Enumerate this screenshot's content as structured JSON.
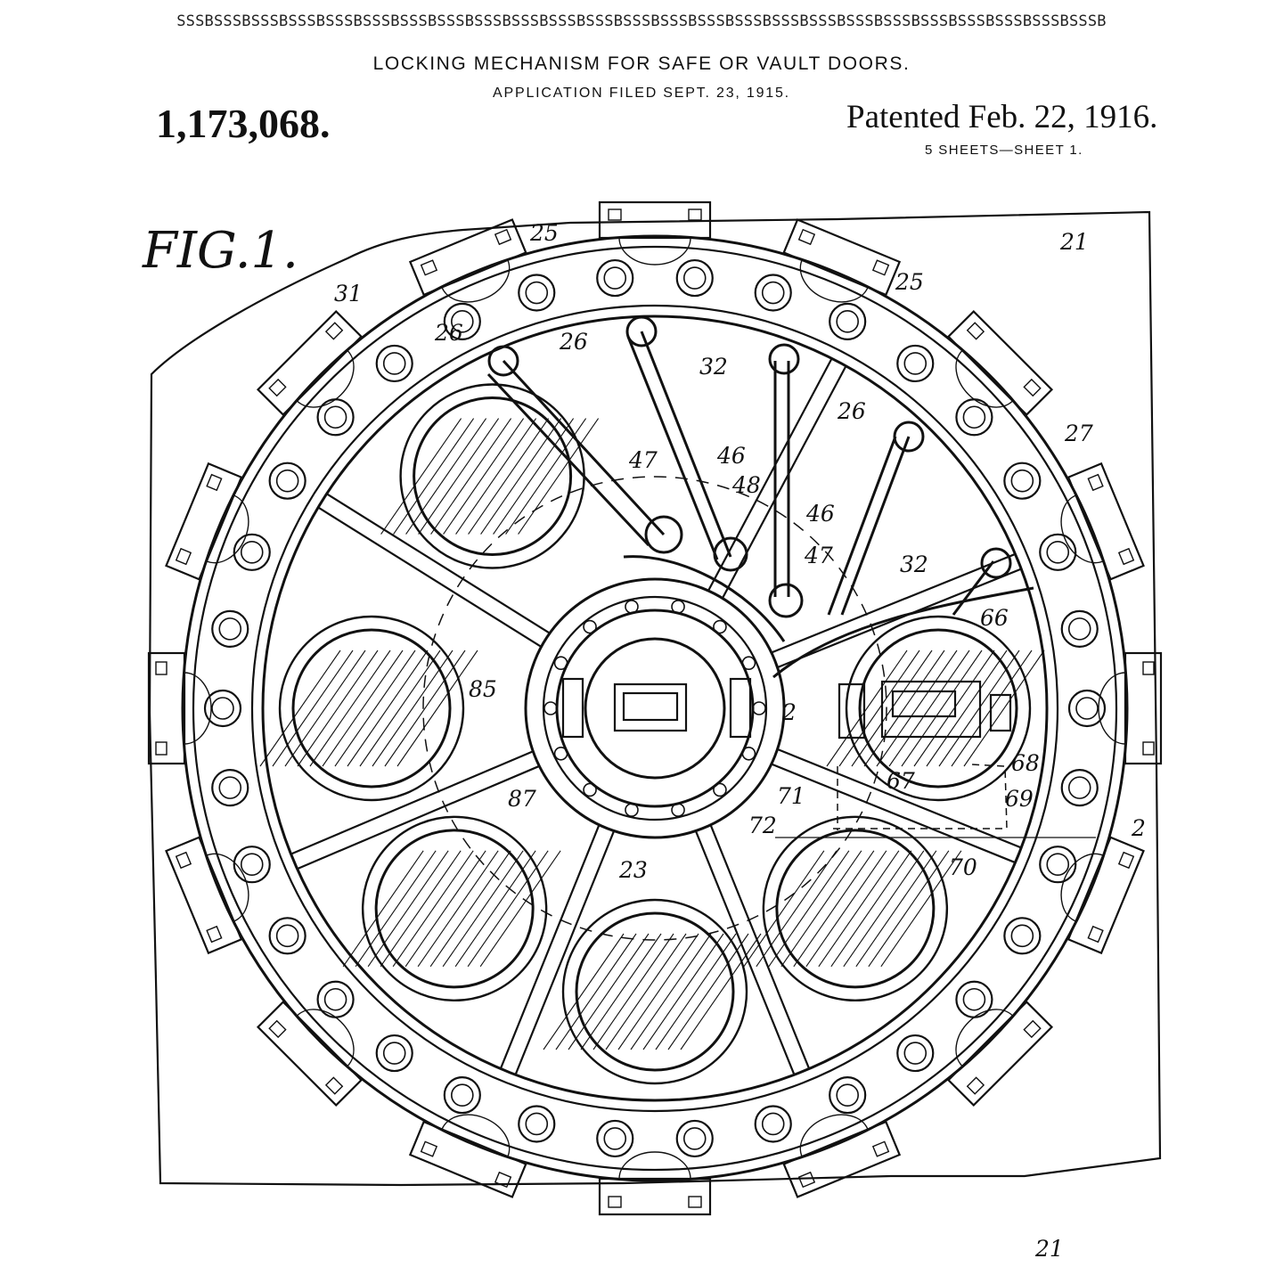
{
  "header": {
    "border_strip": "SSSBSSSBSSSBSSSBSSSBSSSBSSSBSSSBSSSBSSSBSSSBSSSBSSSBSSSBSSSBSSSBSSSBSSSBSSSBSSSBSSSBSSSBSSSBSSSBSSSB",
    "title": "LOCKING MECHANISM FOR SAFE OR VAULT DOORS.",
    "application_filed": "APPLICATION FILED SEPT. 23, 1915.",
    "patent_number": "1,173,068.",
    "patented_date": "Patented Feb. 22, 1916.",
    "sheets": "5 SHEETS—SHEET 1."
  },
  "figure": {
    "label": "FIG.1.",
    "reference_numerals": [
      {
        "id": "ref-21-top",
        "text": "21"
      },
      {
        "id": "ref-25-left",
        "text": "25"
      },
      {
        "id": "ref-25-right",
        "text": "25"
      },
      {
        "id": "ref-31",
        "text": "31"
      },
      {
        "id": "ref-26-a",
        "text": "26"
      },
      {
        "id": "ref-26-b",
        "text": "26"
      },
      {
        "id": "ref-26-c",
        "text": "26"
      },
      {
        "id": "ref-32-a",
        "text": "32"
      },
      {
        "id": "ref-32-b",
        "text": "32"
      },
      {
        "id": "ref-27",
        "text": "27"
      },
      {
        "id": "ref-47-a",
        "text": "47"
      },
      {
        "id": "ref-46-a",
        "text": "46"
      },
      {
        "id": "ref-48",
        "text": "48"
      },
      {
        "id": "ref-46-b",
        "text": "46"
      },
      {
        "id": "ref-47-b",
        "text": "47"
      },
      {
        "id": "ref-66",
        "text": "66"
      },
      {
        "id": "ref-85",
        "text": "85"
      },
      {
        "id": "ref-2-a",
        "text": "2"
      },
      {
        "id": "ref-87",
        "text": "87"
      },
      {
        "id": "ref-67",
        "text": "67"
      },
      {
        "id": "ref-68",
        "text": "68"
      },
      {
        "id": "ref-69",
        "text": "69"
      },
      {
        "id": "ref-71",
        "text": "71"
      },
      {
        "id": "ref-72",
        "text": "72"
      },
      {
        "id": "ref-2-b",
        "text": "2"
      },
      {
        "id": "ref-70",
        "text": "70"
      },
      {
        "id": "ref-23",
        "text": "23"
      },
      {
        "id": "ref-21-bottom",
        "text": "21"
      }
    ]
  },
  "colors": {
    "ink": "#111111",
    "paper": "#ffffff"
  }
}
